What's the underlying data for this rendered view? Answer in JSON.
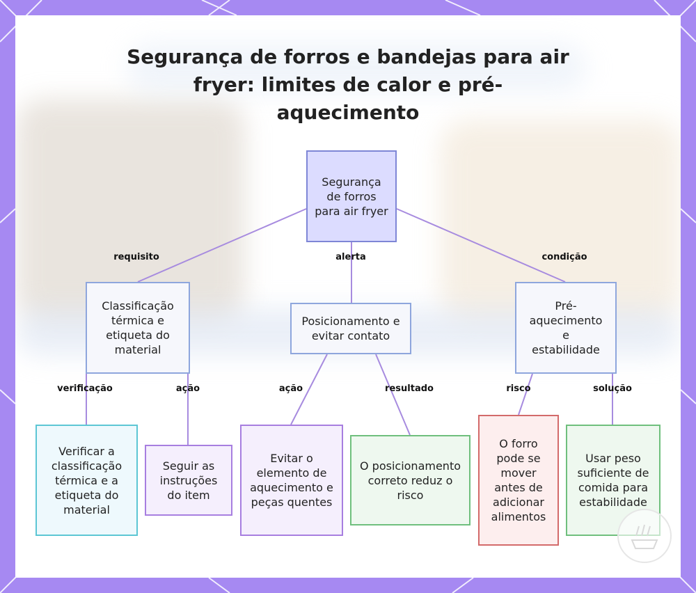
{
  "title": "Segurança de forros e bandejas para air fryer: limites de calor e pré-aquecimento",
  "colors": {
    "frame": "#a689f2",
    "edge": "#a78bdf",
    "root_fill": "#dcdcff",
    "root_border": "#7e86d6",
    "branch_fill": "#f6f7fc",
    "branch_border": "#8ea6dd"
  },
  "nodes": {
    "root": "Segurança de forros para air fryer",
    "classificacao": "Classificação térmica e etiqueta do material",
    "posicionamento": "Posicionamento e evitar contato",
    "preaquecimento": "Pré-aquecimento e estabilidade",
    "verificar": "Verificar a classificação térmica e a etiqueta do material",
    "seguir": "Seguir as instruções do item",
    "evitar": "Evitar o elemento de aquecimento e peças quentes",
    "posicionamento_correto": "O posicionamento correto reduz o risco",
    "forro_mover": "O forro pode se mover antes de adicionar alimentos",
    "usar_peso": "Usar peso suficiente de comida para estabilidade"
  },
  "edge_labels": {
    "requisito": "requisito",
    "alerta": "alerta",
    "condicao": "condição",
    "verificacao": "verificação",
    "acao_1": "ação",
    "acao_2": "ação",
    "resultado": "resultado",
    "risco": "risco",
    "solucao": "solução"
  }
}
